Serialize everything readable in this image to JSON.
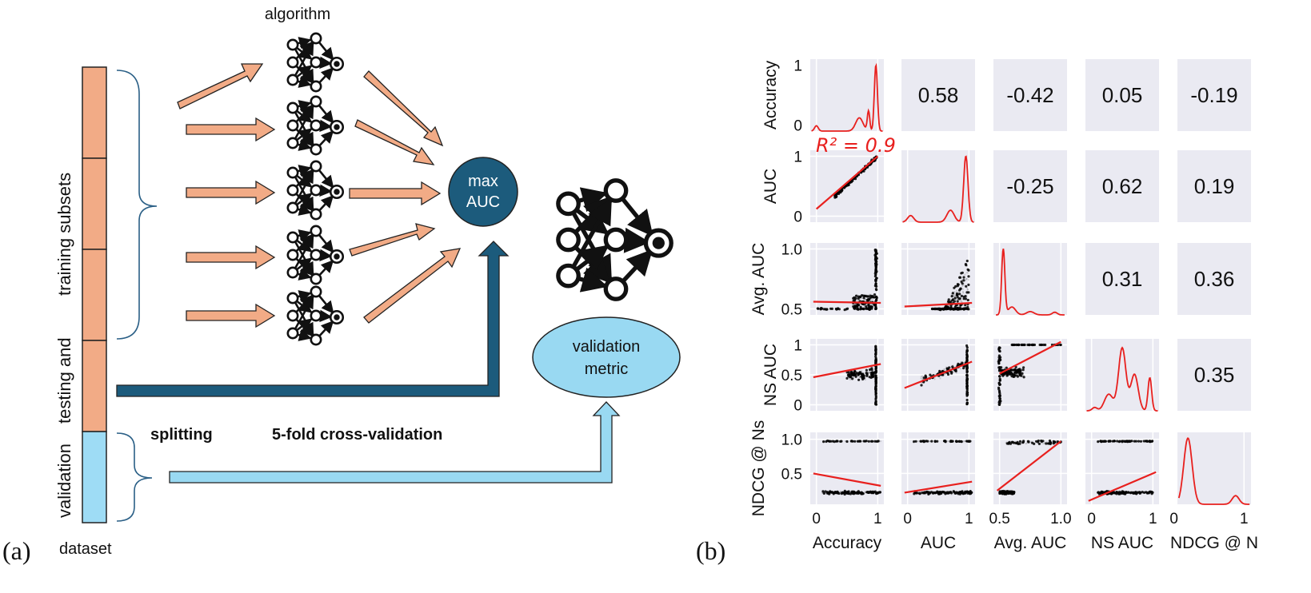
{
  "panel_a": {
    "label": "(a)",
    "top_label": "algorithm",
    "center_label_1": "max",
    "center_label_2": "AUC",
    "validation_metric_1": "validation",
    "validation_metric_2": "metric",
    "splitting": "splitting",
    "cross_validation": "5-fold cross-validation",
    "dataset": "dataset",
    "vertical_training": "training subsets",
    "vertical_testing": "testing  and",
    "vertical_validation": "validation",
    "colors": {
      "train": "#f2ab86",
      "valid": "#9edcf5",
      "dark": "#1c5b7c",
      "light": "#99d9f2"
    }
  },
  "panel_b": {
    "label": "(b)",
    "r2_label": "R² = 0.9"
  },
  "chart_data": {
    "type": "scatter",
    "variables": [
      "Accuracy",
      "AUC",
      "Avg. AUC",
      "NS AUC",
      "NDCG @ Ns"
    ],
    "bottom_labels": [
      "Accuracy",
      "AUC",
      "Avg. AUC",
      "NS AUC",
      "NDCG @ N"
    ],
    "correlations": [
      {
        "row": 0,
        "col": 1,
        "value": "0.58"
      },
      {
        "row": 0,
        "col": 2,
        "value": "-0.42"
      },
      {
        "row": 0,
        "col": 3,
        "value": "0.05"
      },
      {
        "row": 0,
        "col": 4,
        "value": "-0.19"
      },
      {
        "row": 1,
        "col": 2,
        "value": "-0.25"
      },
      {
        "row": 1,
        "col": 3,
        "value": "0.62"
      },
      {
        "row": 1,
        "col": 4,
        "value": "0.19"
      },
      {
        "row": 2,
        "col": 3,
        "value": "0.31"
      },
      {
        "row": 2,
        "col": 4,
        "value": "0.36"
      },
      {
        "row": 3,
        "col": 4,
        "value": "0.35"
      }
    ],
    "y_ticks": [
      [
        "0",
        "1"
      ],
      [
        "0",
        "1"
      ],
      [
        "0.5",
        "1.0"
      ],
      [
        "0",
        "0.5",
        "1"
      ],
      [
        "0.5",
        "1.0"
      ]
    ],
    "x_ticks": [
      [
        "0",
        "1"
      ],
      [
        "0",
        "1"
      ],
      [
        "0.5",
        "1.0"
      ],
      [
        "0",
        "1"
      ],
      [
        "0",
        "1"
      ]
    ],
    "regression_color": "#e8201e",
    "annotation": "R² = 0.9"
  }
}
